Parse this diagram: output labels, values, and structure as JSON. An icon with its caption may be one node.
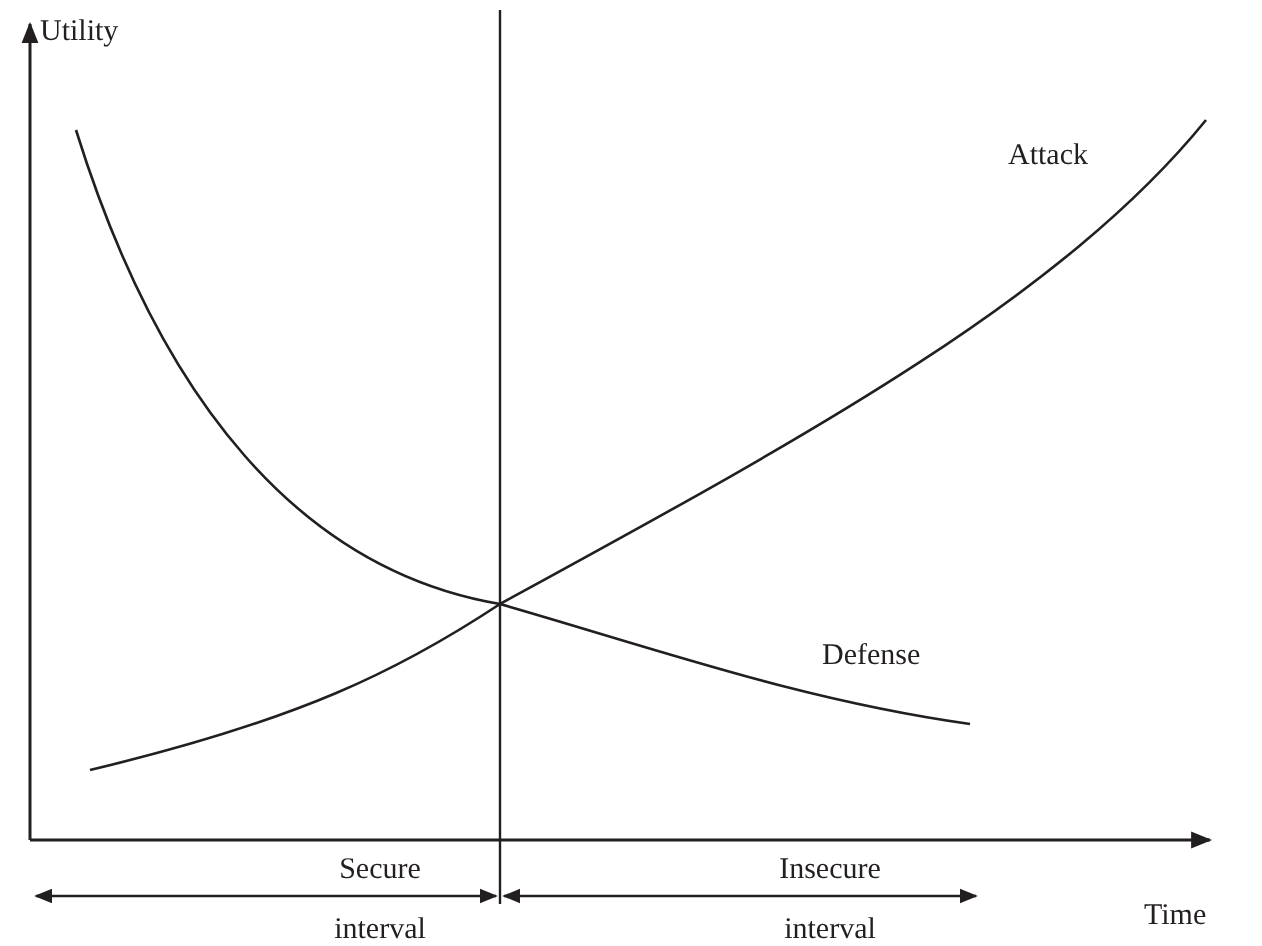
{
  "diagram": {
    "labels": [
      "Utility",
      "Attack",
      "Defense",
      "Time",
      "Secure interval",
      "Insecure interval"
    ]
  }
}
